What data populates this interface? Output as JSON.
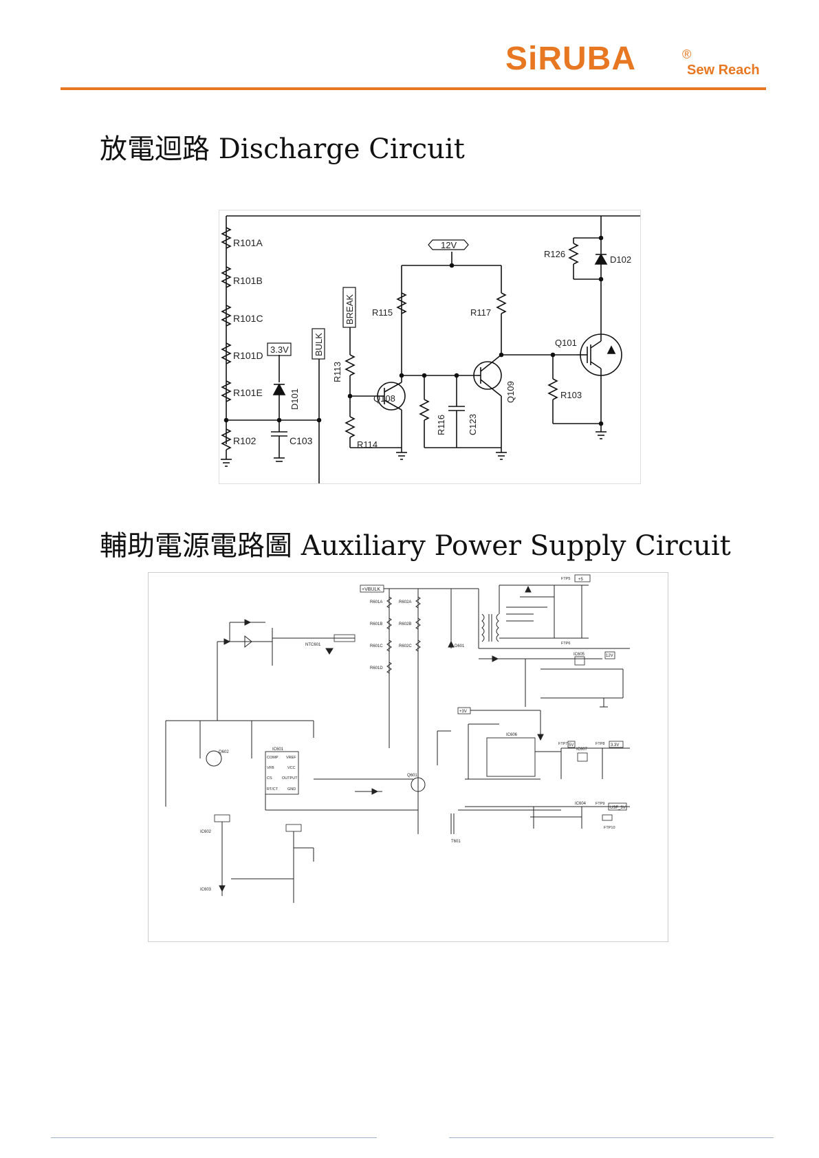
{
  "header": {
    "logo_text": "SiRUBA",
    "logo_registered": "®",
    "logo_tagline": "Sew Reach",
    "brand_color": "#e87722"
  },
  "sections": [
    {
      "title": "放電迴路 Discharge Circuit",
      "schematic": {
        "labels": {
          "r101a": "R101A",
          "r101b": "R101B",
          "r101c": "R101C",
          "r101d": "R101D",
          "r101e": "R101E",
          "r102": "R102",
          "c103": "C103",
          "d101": "D101",
          "v33": "3.3V",
          "bulk": "BULK",
          "break": "BREAK",
          "r113": "R113",
          "r114": "R114",
          "q108": "Q108",
          "r115": "R115",
          "v12": "12V",
          "r116": "R116",
          "c123": "C123",
          "r117": "R117",
          "q109": "Q109",
          "r103": "R103",
          "q101": "Q101",
          "r126": "R126",
          "d102": "D102"
        }
      }
    },
    {
      "title": "輔助電源電路圖 Auxiliary Power Supply Circuit",
      "schematic": {
        "labels": {
          "vbulk": "+VBULK",
          "r601a": "R601A",
          "r601b": "R601B",
          "r601c": "R601C",
          "r601d": "R601D",
          "r602a": "R602A",
          "r602b": "R602B",
          "r602c": "R602C",
          "ic601": "IC601",
          "comp": "COMP",
          "vref": "VREF",
          "vfb": "VFB",
          "vcc": "VCC",
          "cs": "CS",
          "output": "OUTPUT",
          "rtct": "RT/CT",
          "gnd": "GND",
          "q601": "Q601",
          "q602": "Q602",
          "t601": "T601",
          "d601": "D601",
          "ic604": "IC604",
          "ic605": "IC605",
          "ic606": "IC606",
          "ic607": "IC607",
          "ic602": "IC602",
          "ic603": "IC603",
          "ntc601": "NTC601",
          "v12": "12V",
          "p3v": "+3V",
          "p5": "+5",
          "v5": "5V",
          "v33": "3.3V",
          "usf3v": "USF_3V",
          "ftp5": "FTP5",
          "ftp6": "FTP6",
          "ftp7": "FTP7",
          "ftp8": "FTP8",
          "ftp9": "FTP9",
          "ftp10": "FTP10"
        }
      }
    }
  ]
}
